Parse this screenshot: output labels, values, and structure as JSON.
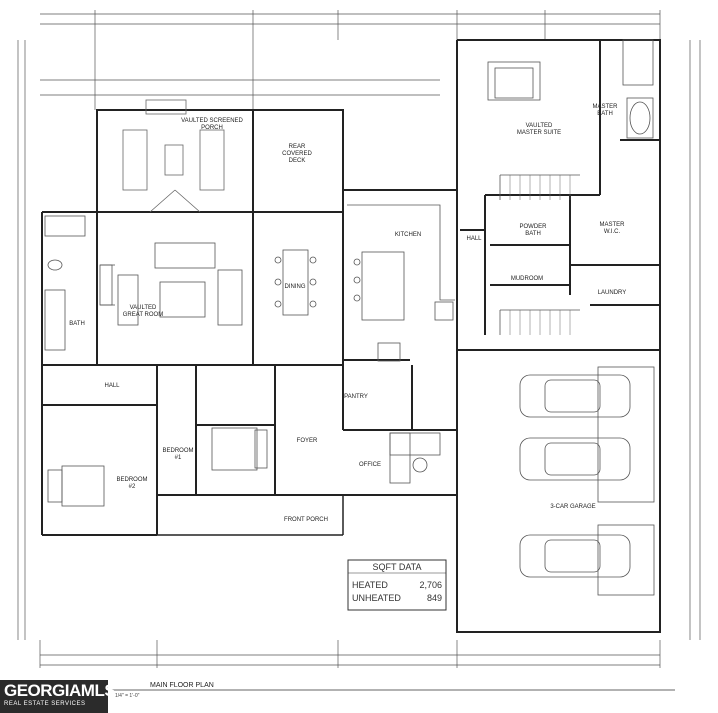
{
  "plan": {
    "title": "MAIN FLOOR PLAN",
    "scale": "1/4\" = 1'-0\"",
    "sqft": {
      "heading": "SQFT DATA",
      "heated_label": "HEATED",
      "heated_value": "2,706",
      "unheated_label": "UNHEATED",
      "unheated_value": "849"
    },
    "rooms": {
      "screened_porch": [
        "VAULTED SCREENED",
        "PORCH"
      ],
      "covered_deck": [
        "REAR",
        "COVERED",
        "DECK"
      ],
      "great_room": [
        "VAULTED",
        "GREAT ROOM"
      ],
      "dining": "DINING",
      "kitchen": "KITCHEN",
      "hall_east": "HALL",
      "master_suite": [
        "VAULTED",
        "MASTER SUITE"
      ],
      "master_bath": [
        "MASTER",
        "BATH"
      ],
      "master_wic": [
        "MASTER",
        "W.I.C."
      ],
      "powder_bath": [
        "POWDER",
        "BATH"
      ],
      "mudroom": "MUDROOM",
      "laundry": "LAUNDRY",
      "bath": "BATH",
      "hall_west": "HALL",
      "pantry": "PANTRY",
      "bedroom1": [
        "BEDROOM",
        "#1"
      ],
      "bedroom2": [
        "BEDROOM",
        "#2"
      ],
      "foyer": "FOYER",
      "office": "OFFICE",
      "front_porch": "FRONT PORCH",
      "garage": "3-CAR GARAGE"
    }
  },
  "watermark": {
    "brand": "GEORGIAMLS",
    "tagline": "REAL ESTATE SERVICES"
  }
}
